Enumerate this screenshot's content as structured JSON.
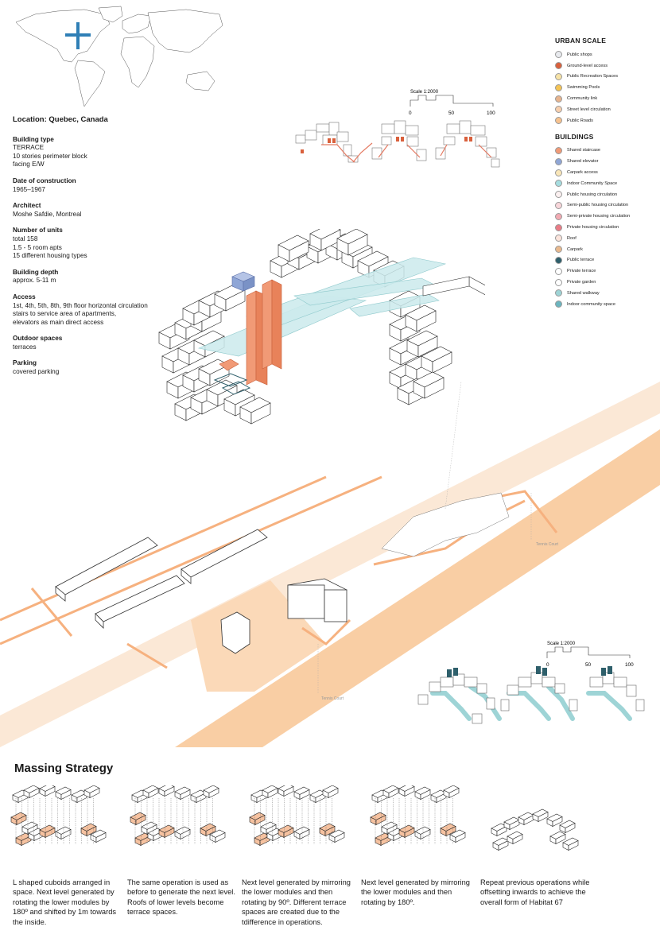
{
  "location": "Location: Quebec, Canada",
  "info": [
    {
      "label": "Building type",
      "value": "TERRACE\n10 stories perimeter block\nfacing E/W"
    },
    {
      "label": "Date of construction",
      "value": "1965–1967"
    },
    {
      "label": "Architect",
      "value": "Moshe Safdie, Montreal"
    },
    {
      "label": "Number of units",
      "value": "total 158\n1.5 - 5 room apts\n15 different housing types"
    },
    {
      "label": "Building depth",
      "value": "approx. 5-11 m"
    },
    {
      "label": "Access",
      "value": "1st, 4th, 5th, 8th, 9th floor horizontal circulation\nstairs to service area of apartments,\nelevators as main direct access"
    },
    {
      "label": "Outdoor spaces",
      "value": "terraces"
    },
    {
      "label": "Parking",
      "value": "covered parking"
    }
  ],
  "legend": {
    "urban_title": "URBAN SCALE",
    "urban": [
      {
        "label": "Public shops",
        "color": "#e8eaee"
      },
      {
        "label": "Ground-level access",
        "color": "#d9603c"
      },
      {
        "label": "Public Recreation Spaces",
        "color": "#f6e2a6"
      },
      {
        "label": "Swimming Pools",
        "color": "#f5c454"
      },
      {
        "label": "Community link",
        "color": "#e7b48e"
      },
      {
        "label": "Street level circulation",
        "color": "#f7cfae"
      },
      {
        "label": "Public Roads",
        "color": "#f7c28e"
      }
    ],
    "buildings_title": "BUILDINGS",
    "buildings": [
      {
        "label": "Shared staircase",
        "color": "#f19a76"
      },
      {
        "label": "Shared elevator",
        "color": "#8fa6d6"
      },
      {
        "label": "Carpark access",
        "color": "#f9e6b8"
      },
      {
        "label": "Indoor Community Space",
        "color": "#a6dde0"
      },
      {
        "label": "Public housing circulation",
        "color": "#fbf0f0"
      },
      {
        "label": "Semi-public housing circulation",
        "color": "#f8d6da"
      },
      {
        "label": "Semi-private housing circulation",
        "color": "#f2aab2"
      },
      {
        "label": "Private housing circulation",
        "color": "#ea7b86"
      },
      {
        "label": "Roof",
        "color": "#fbe4dc"
      },
      {
        "label": "Carpark",
        "color": "#e9b98e"
      },
      {
        "label": "Public terrace",
        "color": "#2e5f6b"
      },
      {
        "label": "Private terrace",
        "color": "#ffffff"
      },
      {
        "label": "Private garden",
        "color": "#ffffff"
      },
      {
        "label": "Shared walkway",
        "color": "#9ed4d6"
      },
      {
        "label": "Indoor community space",
        "color": "#6cb5bf"
      }
    ]
  },
  "scale_top": {
    "label": "Scale 1:2000",
    "ticks": [
      "0",
      "50",
      "100"
    ]
  },
  "scale_bottom": {
    "label": "Scale 1:2000",
    "ticks": [
      "0",
      "50",
      "100"
    ]
  },
  "site_labels": {
    "tennis_court_1": "Tennis Court",
    "tennis_court_2": "Tennis Court"
  },
  "massing": {
    "title": "Massing Strategy",
    "steps": [
      "L shaped cuboids arranged in space. Next level generated by rotating the lower modules by 180º and shifted by 1m towards the inside.",
      "The same operation is used as before to generate the next level. Roofs of lower levels become terrace spaces.",
      "Next level generated by mirroring the lower modules and then rotating by 90º. Different terrace spaces are created due to the tdifference in operations.",
      "Next level generated by mirroring the lower modules and then rotating by 180º.",
      "Repeat previous operations while offsetting inwards to achieve the overall form of Habitat 67"
    ]
  },
  "colors": {
    "orange": "#f6a37a",
    "road": "#f8c99a",
    "teal": "#a6dde0",
    "elevator": "#8fa6d6",
    "dark_teal": "#2e5f6b"
  }
}
